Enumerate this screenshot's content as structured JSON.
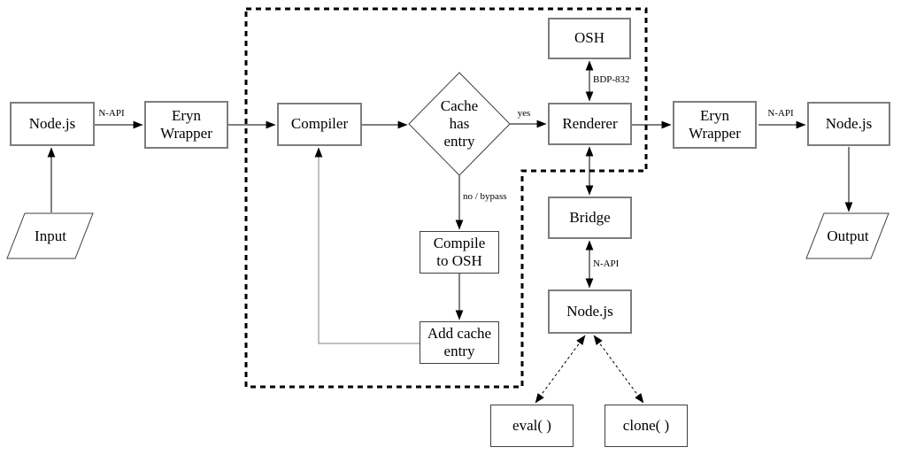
{
  "nodes": {
    "node_js_left": {
      "label": "Node.js"
    },
    "input": {
      "label": "Input"
    },
    "eryn_wrapper_left": {
      "label": "Eryn\nWrapper"
    },
    "compiler": {
      "label": "Compiler"
    },
    "cache_has_entry": {
      "label": "Cache\nhas\nentry"
    },
    "compile_to_osh": {
      "label": "Compile\nto OSH"
    },
    "add_cache_entry": {
      "label": "Add cache\nentry"
    },
    "osh": {
      "label": "OSH"
    },
    "renderer": {
      "label": "Renderer"
    },
    "bridge": {
      "label": "Bridge"
    },
    "node_js_mid": {
      "label": "Node.js"
    },
    "eval": {
      "label": "eval( )"
    },
    "clone": {
      "label": "clone( )"
    },
    "eryn_wrapper_right": {
      "label": "Eryn\nWrapper"
    },
    "node_js_right": {
      "label": "Node.js"
    },
    "output": {
      "label": "Output"
    }
  },
  "edge_labels": {
    "napi_left": "N-API",
    "yes": "yes",
    "no_bypass": "no / bypass",
    "bdp_832": "BDP-832",
    "napi_bridge": "N-API",
    "napi_right": "N-API"
  },
  "colors": {
    "background": "#ffffff",
    "line": "#000000",
    "box_border": "#7d7d7d",
    "thin_border": "#3f3f3f",
    "loop_line": "#808080"
  }
}
